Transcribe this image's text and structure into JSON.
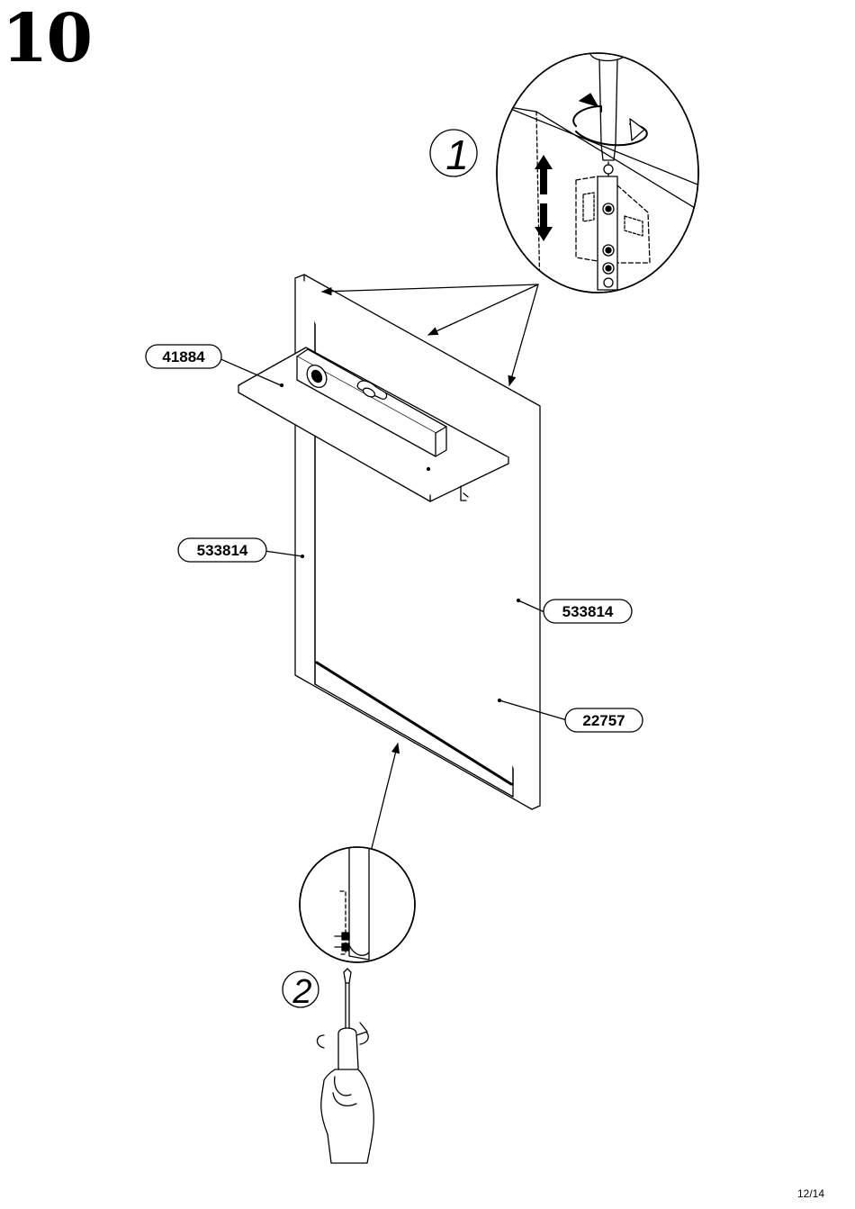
{
  "step": {
    "number": "10"
  },
  "parts": [
    {
      "id": "shelf",
      "label": "41884"
    },
    {
      "id": "side-left",
      "label": "533814"
    },
    {
      "id": "side-right",
      "label": "533814"
    },
    {
      "id": "back-panel",
      "label": "22757"
    }
  ],
  "substeps": [
    {
      "id": "adjust-hanger",
      "label": "1"
    },
    {
      "id": "tighten-screw",
      "label": "2"
    }
  ],
  "page": {
    "number": "12/14"
  },
  "icons": [
    "screwdriver-icon",
    "rotation-arrow-icon",
    "up-down-arrow-icon",
    "hand-icon",
    "spirit-level-icon",
    "wall-hanger-icon"
  ]
}
